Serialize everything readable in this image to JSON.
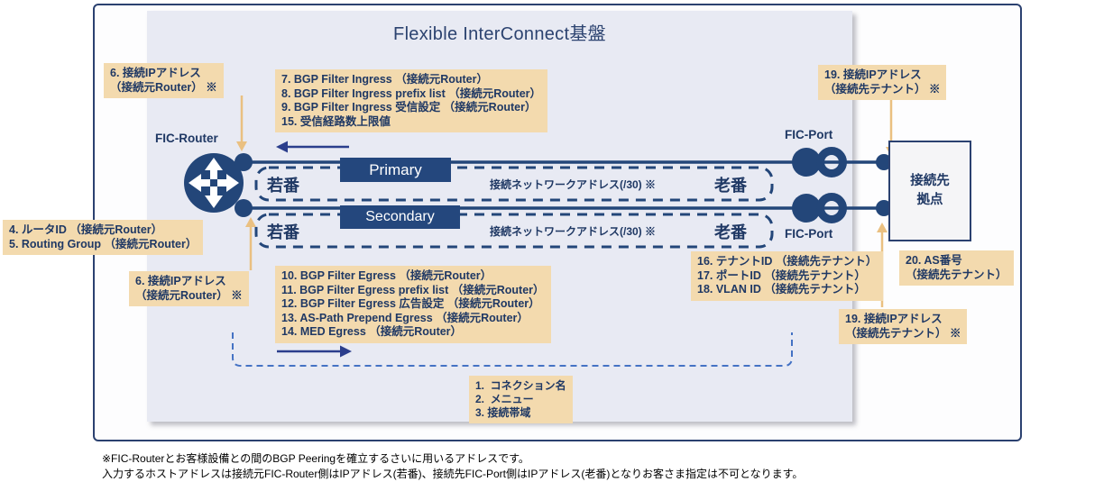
{
  "title": "Flexible InterConnect基盤",
  "nodes": {
    "fic_router": "FIC-Router",
    "fic_port_top": "FIC-Port",
    "fic_port_bottom": "FIC-Port",
    "destination_site": [
      "接続先",
      "拠点"
    ]
  },
  "paths": {
    "primary": "Primary",
    "secondary": "Secondary",
    "young_number_primary": "若番",
    "old_number_primary": "老番",
    "young_number_secondary": "若番",
    "old_number_secondary": "老番",
    "network_address_primary": "接続ネットワークアドレス(/30) ※",
    "network_address_secondary": "接続ネットワークアドレス(/30) ※"
  },
  "annotations": {
    "src_ip_top": [
      "6. 接続IPアドレス",
      "（接続元Router） ※"
    ],
    "bgp_ingress": [
      "7. BGP Filter Ingress （接続元Router）",
      "8. BGP Filter Ingress prefix list （接続元Router）",
      "9. BGP Filter Ingress 受信設定 （接続元Router）",
      "15. 受信経路数上限値"
    ],
    "router_id": [
      "4. ルータID （接続元Router）",
      "5. Routing Group （接続元Router）"
    ],
    "src_ip_bottom": [
      "6. 接続IPアドレス",
      "（接続元Router） ※"
    ],
    "bgp_egress": [
      "10. BGP Filter Egress （接続元Router）",
      "11. BGP Filter Egress prefix list （接続元Router）",
      "12. BGP Filter Egress 広告設定 （接続元Router）",
      "13. AS-Path Prepend Egress （接続元Router）",
      "14. MED Egress （接続元Router）"
    ],
    "connection": [
      "1.  コネクション名",
      "2.  メニュー",
      "3. 接続帯域"
    ],
    "dst_ip_top": [
      "19. 接続IPアドレス",
      "（接続先テナント） ※"
    ],
    "tenant": [
      "16. テナントID （接続先テナント）",
      "17. ポートID （接続先テナント）",
      "18. VLAN ID （接続先テナント）"
    ],
    "as_number": [
      "20. AS番号",
      "（接続先テナント）"
    ],
    "dst_ip_bottom": [
      "19. 接続IPアドレス",
      "（接続先テナント） ※"
    ]
  },
  "footnotes": [
    "※FIC-Routerとお客様設備との間のBGP Peeringを確立するさいに用いるアドレスです。",
    "入力するホストアドレスは接続元FIC-Router側はIPアドレス(若番)、接続先FIC-Port側はIPアドレス(老番)となりお客さま指定は不可となります。"
  ],
  "colors": {
    "navy_text": "#1F3864",
    "shape_navy": "#234679",
    "badge_navy": "#24477D",
    "frame_border": "#2B4170",
    "panel_bg": "#E8EAF3",
    "annotation_bg": "#F3DAAE",
    "tan_arrow": "#EAC081",
    "dashed_return_blue": "#4472C4",
    "direction_arrow_blue": "#2B3E8C"
  }
}
